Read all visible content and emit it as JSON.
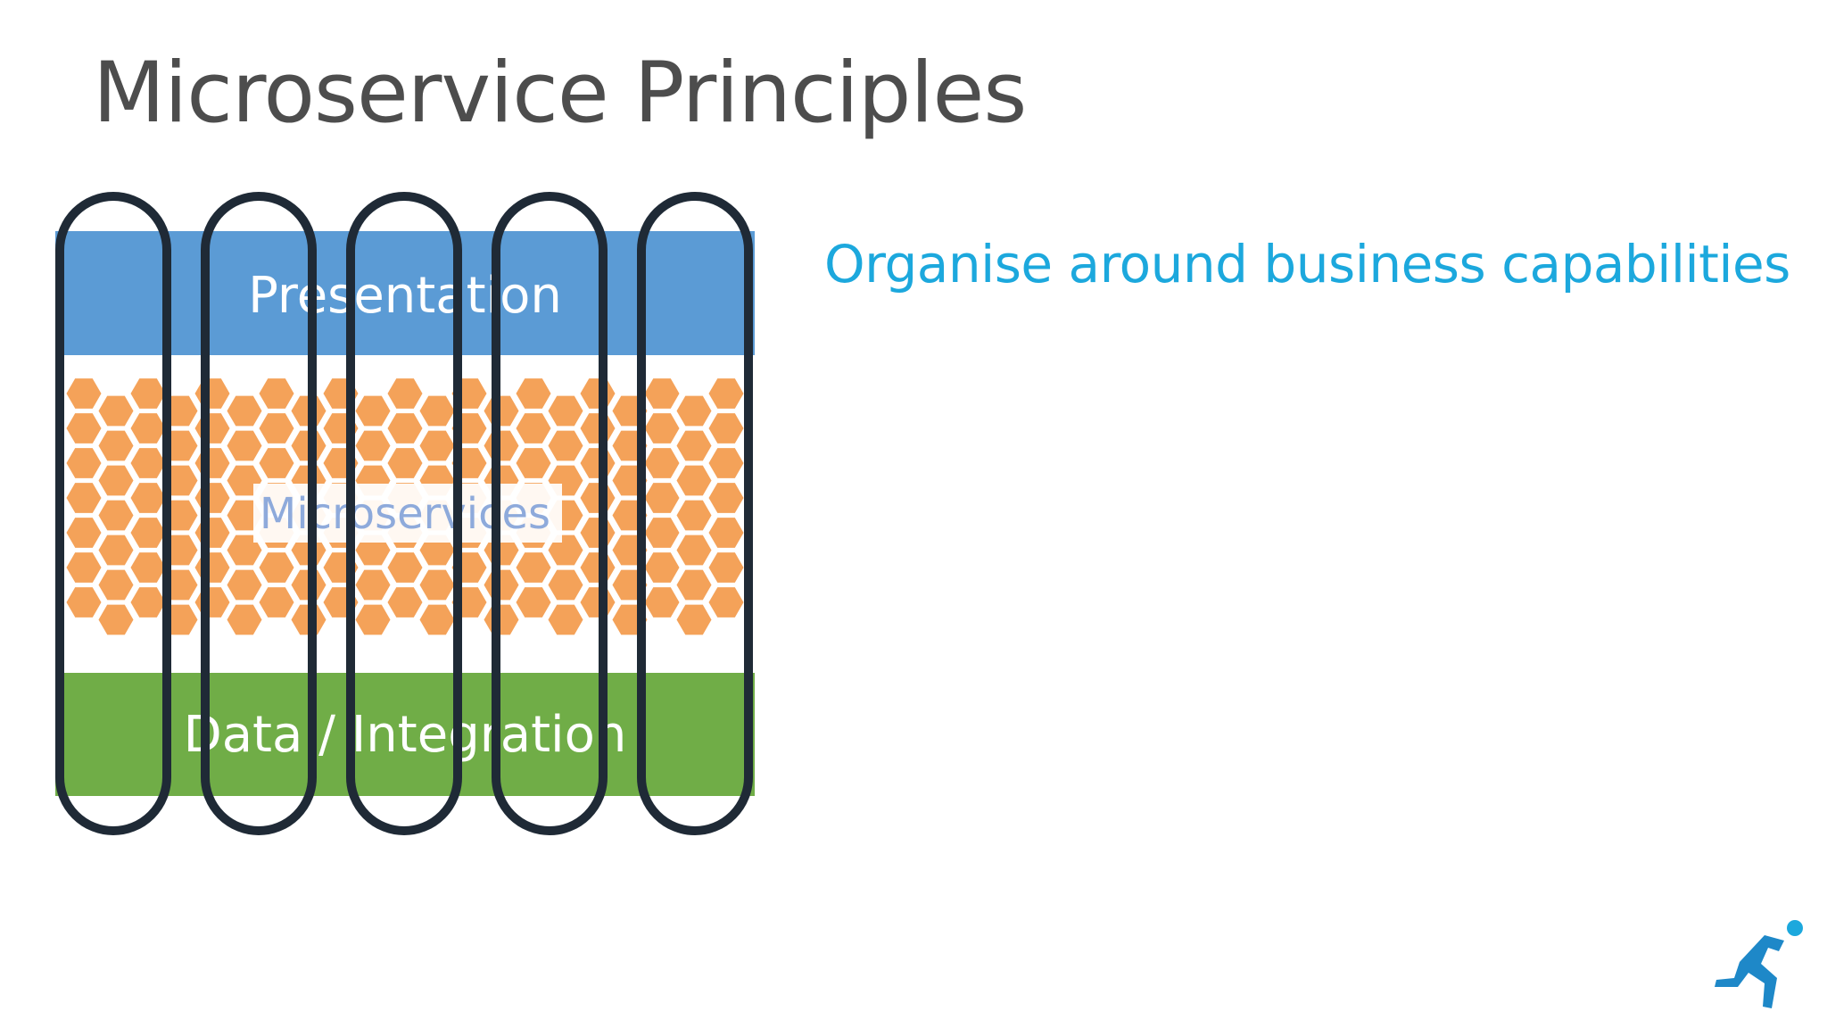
{
  "title": "Microservice Principles",
  "principle": "Organise around business capabilities",
  "diagram": {
    "layers": {
      "presentation": "Presentation",
      "microservices": "Microservices",
      "data": "Data / Integration"
    },
    "colors": {
      "presentation": "#5b9bd5",
      "hexagon": "#f4a259",
      "data": "#70ad47",
      "capsule": "#1f2a36",
      "microservices_text": "#8eaadb"
    },
    "capsule_count": 5
  },
  "logo": {
    "icon": "running-figure-logo-icon"
  }
}
